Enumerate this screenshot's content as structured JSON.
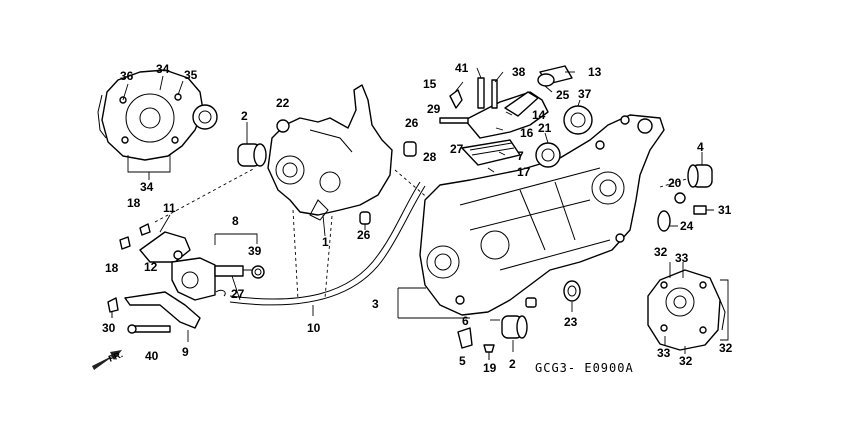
{
  "diagram_code": "GCG3- E0900A",
  "direction_label": "FR.",
  "callouts": [
    "41",
    "38",
    "13",
    "15",
    "29",
    "25",
    "37",
    "14",
    "26",
    "21",
    "16",
    "7",
    "28",
    "27",
    "17",
    "4",
    "20",
    "31",
    "24",
    "36",
    "34",
    "35",
    "22",
    "2",
    "34",
    "1",
    "26",
    "18",
    "11",
    "8",
    "39",
    "18",
    "12",
    "27",
    "30",
    "40",
    "9",
    "10",
    "3",
    "6",
    "5",
    "19",
    "2",
    "23",
    "32",
    "33",
    "33",
    "32",
    "32"
  ]
}
